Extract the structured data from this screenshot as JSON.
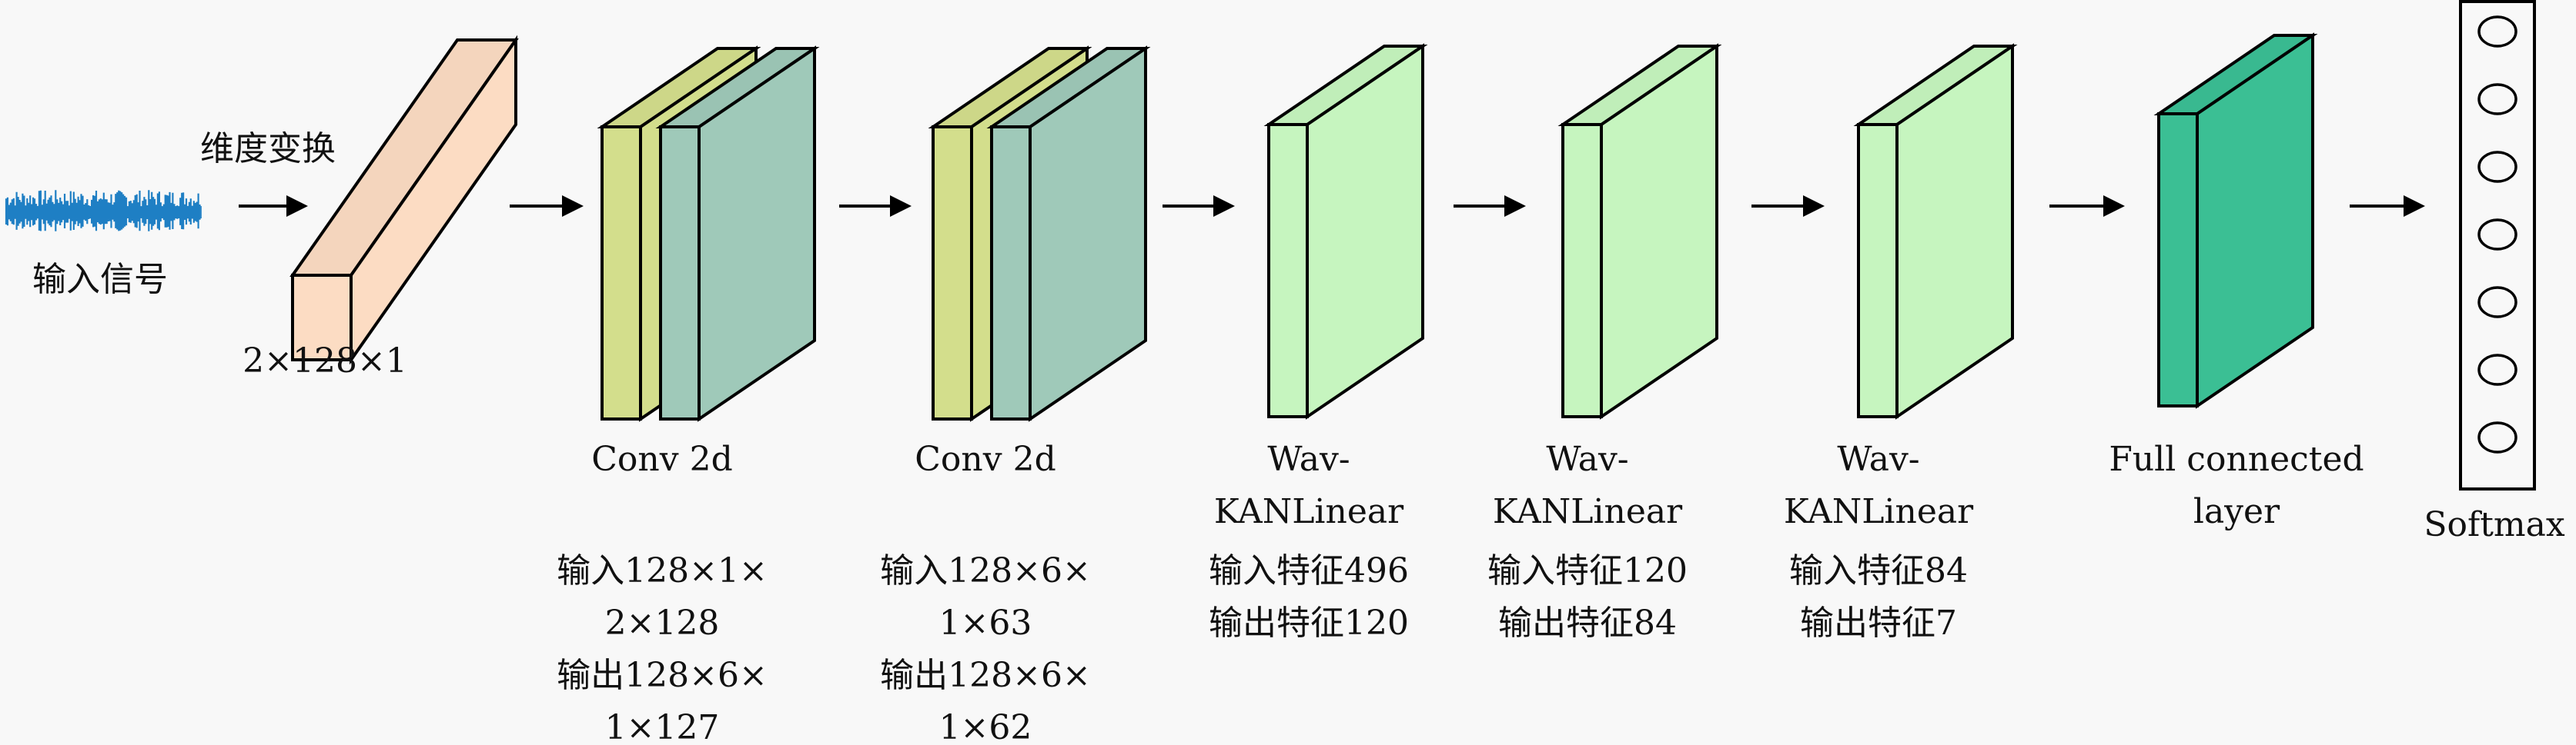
{
  "input": {
    "signal_label": "输入信号",
    "transform_label": "维度变换",
    "shape_label": "2×128×1",
    "icon": "waveform-icon"
  },
  "layers": [
    {
      "id": "conv1",
      "title_lines": [
        "Conv 2d"
      ],
      "detail_lines": [
        "输入128×1×",
        "2×128",
        "输出128×6×",
        "1×127"
      ],
      "colors": [
        "#d3de8c",
        "#9fc9b9"
      ]
    },
    {
      "id": "conv2",
      "title_lines": [
        "Conv 2d"
      ],
      "detail_lines": [
        "输入128×6×",
        "1×63",
        "输出128×6×",
        "1×62"
      ],
      "colors": [
        "#d3de8c",
        "#9fc9b9"
      ]
    },
    {
      "id": "kan1",
      "title_lines": [
        "Wav-",
        "KANLinear"
      ],
      "detail_lines": [
        "输入特征496",
        "输出特征120"
      ],
      "colors": [
        "#c6f5bf"
      ]
    },
    {
      "id": "kan2",
      "title_lines": [
        "Wav-",
        "KANLinear"
      ],
      "detail_lines": [
        "输入特征120",
        "输出特征84"
      ],
      "colors": [
        "#c6f5bf"
      ]
    },
    {
      "id": "kan3",
      "title_lines": [
        "Wav-",
        "KANLinear"
      ],
      "detail_lines": [
        "输入特征84",
        "输出特征7"
      ],
      "colors": [
        "#c6f5bf"
      ]
    },
    {
      "id": "fc",
      "title_lines": [
        "Full connected",
        "layer"
      ],
      "detail_lines": [],
      "colors": [
        "#3bbf94"
      ]
    }
  ],
  "output": {
    "label": "Softmax",
    "node_count": 7
  },
  "colors": {
    "background": "#f8f8f8",
    "input_block": "#fcdcc3",
    "signal": "#1f7fc4",
    "stroke": "#000000"
  }
}
